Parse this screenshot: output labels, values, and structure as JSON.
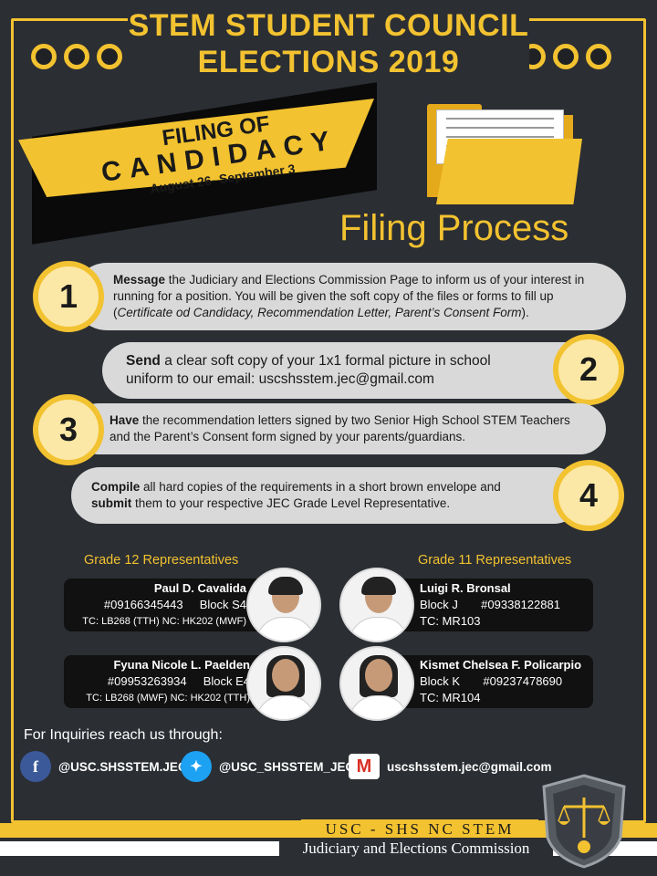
{
  "header": {
    "line1": "STEM STUDENT COUNCIL",
    "line2": "ELECTIONS 2019"
  },
  "banner": {
    "line1": "FILING OF",
    "line2": "CANDIDACY",
    "dates": "August 26- September 3"
  },
  "section_title": "Filing Process",
  "steps": [
    {
      "number": "1",
      "bold": "Message",
      "text": " the Judiciary and Elections Commission Page to inform us of your interest in running for a position. You will be given the soft copy of the files or forms to fill up (",
      "italic": "Certificate od Candidacy, Recommendation Letter, Parent’s Consent Form",
      "end": ")."
    },
    {
      "number": "2",
      "bold": "Send",
      "text": " a clear soft copy of your 1x1 formal picture in school uniform to our email: uscshsstem.jec@gmail.com"
    },
    {
      "number": "3",
      "bold": "Have",
      "text": " the recommendation letters signed by two Senior High School STEM Teachers and the Parent’s Consent form signed by your parents/guardians."
    },
    {
      "number": "4",
      "bold": "Compile",
      "text": " all hard copies of the requirements in a short brown envelope and ",
      "bold2": "submit",
      "text2": " them to your respective JEC Grade Level Representative."
    }
  ],
  "grade12": {
    "heading": "Grade 12 Representatives",
    "reps": [
      {
        "name": "Paul D. Cavalida",
        "line2": "#09166345443     Block S4",
        "line3a": "TC: ",
        "line3b": "LB268 (TTH)",
        "line3c": " NC: ",
        "line3d": "HK202 (MWF)"
      },
      {
        "name": "Fyuna Nicole L. Paelden",
        "line2": "#09953263934     Block E4",
        "line3a": "TC: ",
        "line3b": "LB268 (MWF)",
        "line3c": " NC: ",
        "line3d": "HK202 (TTH)"
      }
    ]
  },
  "grade11": {
    "heading": "Grade 11 Representatives",
    "reps": [
      {
        "name": "Luigi R. Bronsal",
        "line2": "Block J       #09338122881",
        "line3": "TC: MR103"
      },
      {
        "name": "Kismet Chelsea F. Policarpio",
        "line2": "Block K       #09237478690",
        "line3": "TC: MR104"
      }
    ]
  },
  "inquiries": {
    "label": "For Inquiries reach us through:",
    "facebook": "@USC.SHSSTEM.JEC",
    "twitter": "@USC_SHSSTEM_JEC",
    "email": "uscshsstem.jec@gmail.com"
  },
  "footer": {
    "line1": "USC - SHS NC STEM",
    "line2": "Judiciary and Elections Commission"
  },
  "colors": {
    "accent": "#f2c230",
    "background": "#2b2e33",
    "pill": "#d9d9d9",
    "facebook": "#3b5998",
    "twitter": "#1da1f2",
    "gmail": "#d93025"
  }
}
